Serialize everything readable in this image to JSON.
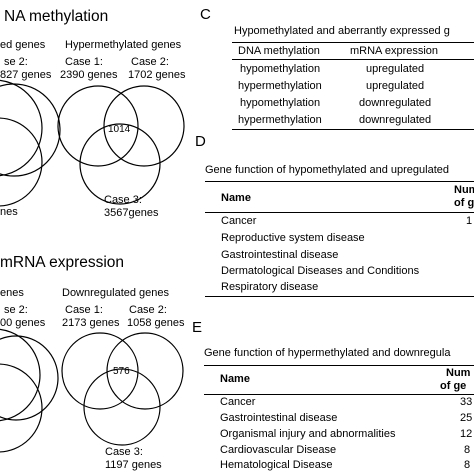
{
  "panelA": {
    "title": "NA methylation",
    "hypo_label": "ed genes",
    "hyper_label": "Hypermethylated genes",
    "left_case2_label": "se 2:",
    "left_case2_count": "827 genes",
    "left_case3_count": "nes",
    "right_case1_label": "Case 1:",
    "right_case1_count": "2390 genes",
    "right_case2_label": "Case 2:",
    "right_case2_count": "1702 genes",
    "right_center": "1014",
    "right_case3_label": "Case 3:",
    "right_case3_count": "3567genes"
  },
  "panelB": {
    "title": "mRNA expression",
    "up_label": "enes",
    "down_label": "Downregulated genes",
    "left_case2_label": "se 2:",
    "left_case2_count": "00 genes",
    "right_case1_label": "Case 1:",
    "right_case1_count": "2173 genes",
    "right_case2_label": "Case 2:",
    "right_case2_count": "1058 genes",
    "right_center": "576",
    "right_case3_label": "Case 3:",
    "right_case3_count": "1197 genes"
  },
  "panelC": {
    "letter": "C",
    "title": "Hypomethylated and aberrantly expressed g",
    "headers": [
      "DNA methylation",
      "mRNA expression"
    ],
    "rows": [
      [
        "hypomethylation",
        "upregulated"
      ],
      [
        "hypermethylation",
        "upregulated"
      ],
      [
        "hypomethylation",
        "downregulated"
      ],
      [
        "hypermethylation",
        "downregulated"
      ]
    ]
  },
  "panelD": {
    "letter": "D",
    "title": "Gene function of hypomethylated and upregulated",
    "header_name": "Name",
    "header_num1": "Num",
    "header_num2": "of g",
    "rows": [
      {
        "name": "Cancer",
        "value": "1"
      },
      {
        "name": "Reproductive system disease",
        "value": ""
      },
      {
        "name": "Gastrointestinal disease",
        "value": ""
      },
      {
        "name": "Dermatological Diseases and Conditions",
        "value": ""
      },
      {
        "name": "Respiratory disease",
        "value": ""
      }
    ]
  },
  "panelE": {
    "letter": "E",
    "title": "Gene function of hypermethylated and downregula",
    "header_name": "Name",
    "header_num1": "Num",
    "header_num2": "of ge",
    "rows": [
      {
        "name": "Cancer",
        "value": "33"
      },
      {
        "name": "Gastrointestinal disease",
        "value": "25"
      },
      {
        "name": "Organismal injury and abnormalities",
        "value": "12"
      },
      {
        "name": "Cardiovascular Disease",
        "value": "8"
      },
      {
        "name": "Hematological Disease",
        "value": "8"
      }
    ]
  }
}
